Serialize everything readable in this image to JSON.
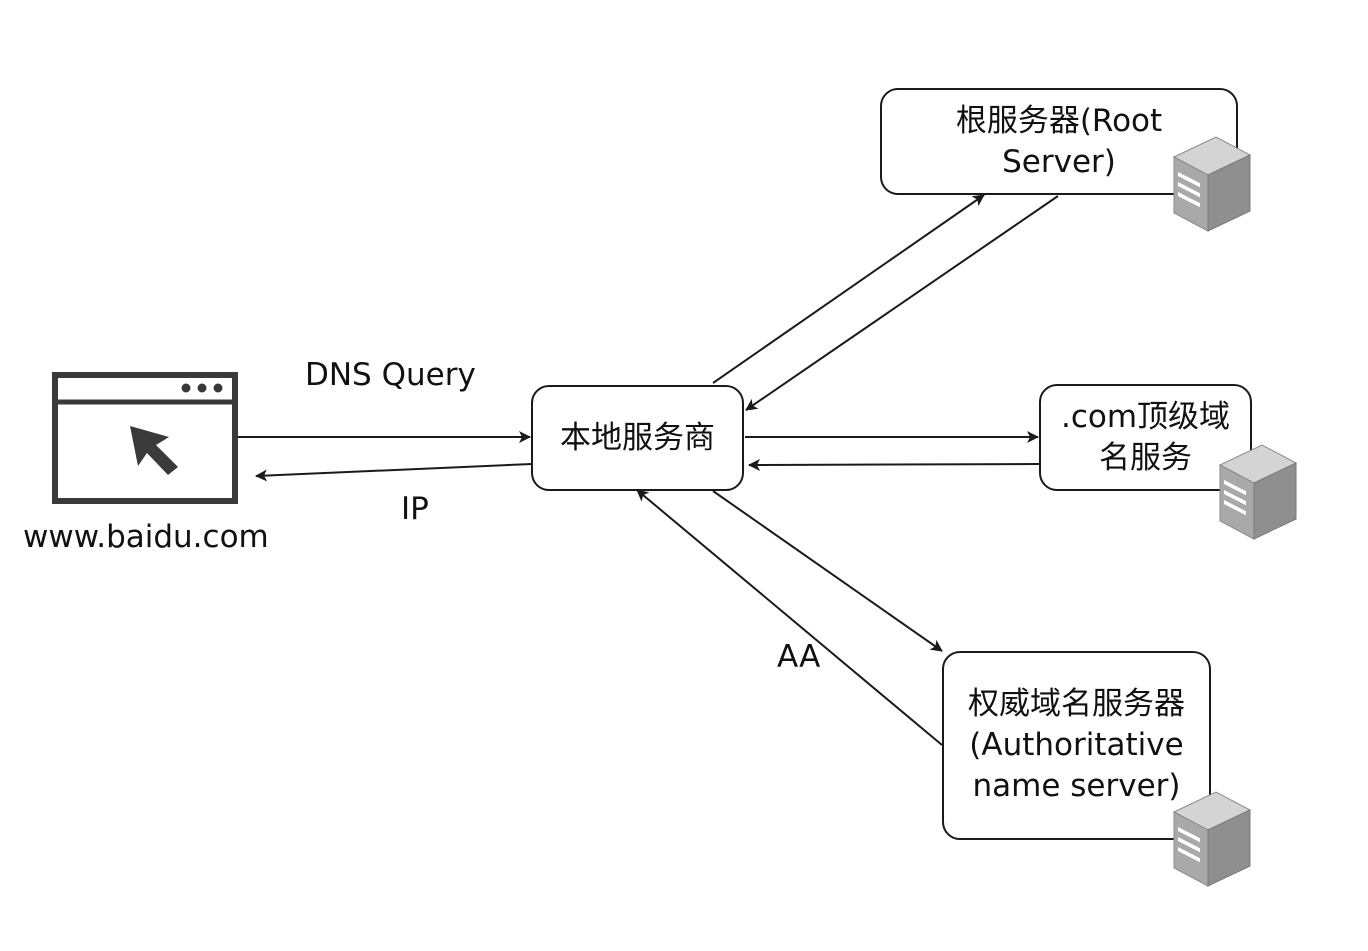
{
  "nodes": {
    "browser": {
      "caption": "www.baidu.com",
      "icon": "browser-window-icon"
    },
    "local": {
      "label": "本地服务商"
    },
    "root": {
      "label": "根服务器(Root\nServer)",
      "icon": "server-icon"
    },
    "tld": {
      "label": ".com顶级域\n名服务",
      "icon": "server-icon"
    },
    "auth": {
      "label": "权威域名服务器\n(Authoritative\nname server)",
      "icon": "server-icon"
    }
  },
  "edges": {
    "query": {
      "label": "DNS Query"
    },
    "response": {
      "label": "IP"
    },
    "authoritative_answer": {
      "label": "AA"
    }
  },
  "colors": {
    "stroke": "#1a1a1a",
    "icon_dark": "#3a3a3a",
    "server_light": "#d4d4d4",
    "server_mid": "#a9a9a9",
    "server_dark": "#8a8a8a"
  }
}
